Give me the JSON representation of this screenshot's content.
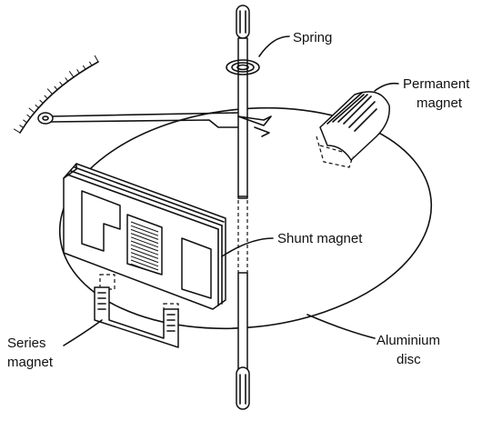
{
  "labels": {
    "spring": "Spring",
    "permanent_magnet_line1": "Permanent",
    "permanent_magnet_line2": "magnet",
    "shunt_magnet": "Shunt magnet",
    "series_magnet_line1": "Series",
    "series_magnet_line2": "magnet",
    "aluminium_disc_line1": "Aluminium",
    "aluminium_disc_line2": "disc"
  }
}
